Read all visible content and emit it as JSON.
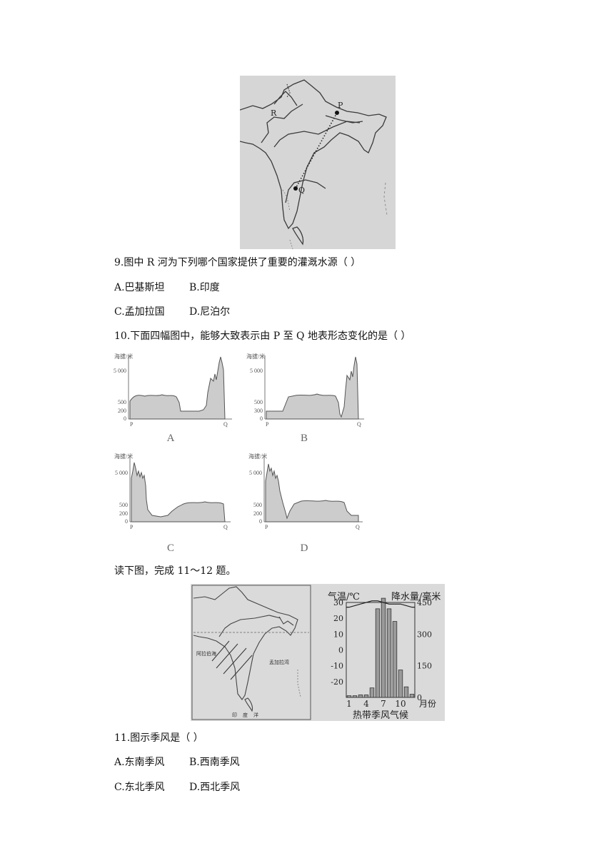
{
  "map1": {
    "label_r": "R",
    "label_p": "P",
    "label_q": "Q"
  },
  "q9": {
    "text": "9.图中 R 河为下列哪个国家提供了重要的灌溉水源（        ）",
    "opt_a": "A.巴基斯坦",
    "opt_b": "B.印度",
    "opt_c": "C.孟加拉国",
    "opt_d": "D.尼泊尔"
  },
  "q10": {
    "text": "10.下面四幅图中，能够大致表示由 P 至 Q 地表形态变化的是（        ）",
    "profiles": [
      {
        "caption": "A",
        "y_title": "海拔/米",
        "ticks": [
          "5 000",
          "500",
          "200",
          "0"
        ],
        "start": "P",
        "end": "Q"
      },
      {
        "caption": "B",
        "y_title": "海拔/米",
        "ticks": [
          "5 000",
          "500",
          "300",
          "0"
        ],
        "start": "P",
        "end": "Q"
      },
      {
        "caption": "C",
        "y_title": "海拔/米",
        "ticks": [
          "5 000",
          "500",
          "200",
          "0"
        ],
        "start": "P",
        "end": "Q"
      },
      {
        "caption": "D",
        "y_title": "海拔/米",
        "ticks": [
          "5 000",
          "500",
          "200",
          "0"
        ],
        "start": "P",
        "end": "Q"
      }
    ]
  },
  "intro": "读下图，完成 11～12 题。",
  "map2": {
    "arabian_sea": "阿拉伯海",
    "bay_of_bengal": "孟加拉湾",
    "indian_ocean": "印度洋"
  },
  "climate": {
    "left_title": "气温/℃",
    "right_title": "降水量/毫米",
    "left_ticks": [
      "30",
      "20",
      "10",
      "0",
      "-10",
      "-20"
    ],
    "right_ticks": [
      "450",
      "300",
      "150",
      "0"
    ],
    "x_ticks": [
      "1",
      "4",
      "7",
      "10"
    ],
    "x_unit": "月份",
    "caption": "热带季风气候",
    "precip": [
      8,
      8,
      12,
      12,
      45,
      420,
      470,
      420,
      360,
      130,
      50,
      15
    ],
    "temp": [
      27,
      28,
      29,
      30,
      31,
      31,
      30,
      29,
      29,
      29,
      28,
      27
    ]
  },
  "q11": {
    "text": "11.图示季风是（        ）",
    "opt_a": "A.东南季风",
    "opt_b": "B.西南季风",
    "opt_c": "C.东北季风",
    "opt_d": "D.西北季风"
  }
}
